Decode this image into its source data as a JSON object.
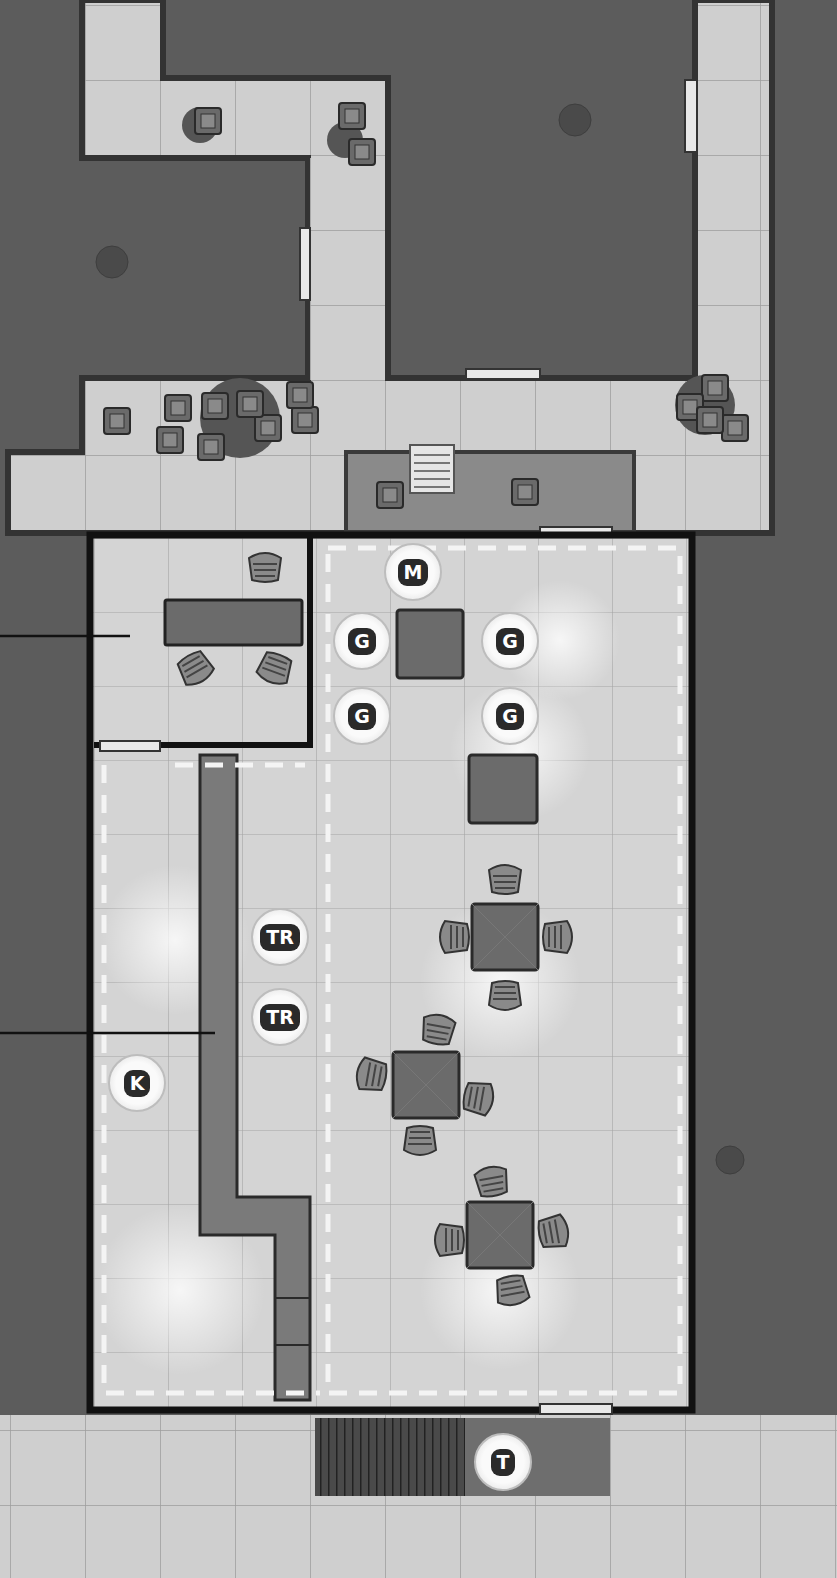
{
  "diagram": {
    "nodes": [
      {
        "text": [
          "M"
        ]
      },
      {
        "text": [
          "G"
        ]
      },
      {
        "text": [
          "G"
        ]
      },
      {
        "text": [
          "G"
        ]
      },
      {
        "text": [
          "G"
        ]
      },
      {
        "text": [
          "TR"
        ]
      },
      {
        "text": [
          "TR"
        ]
      },
      {
        "text": [
          "K"
        ]
      },
      {
        "text": [
          "T"
        ]
      }
    ]
  }
}
